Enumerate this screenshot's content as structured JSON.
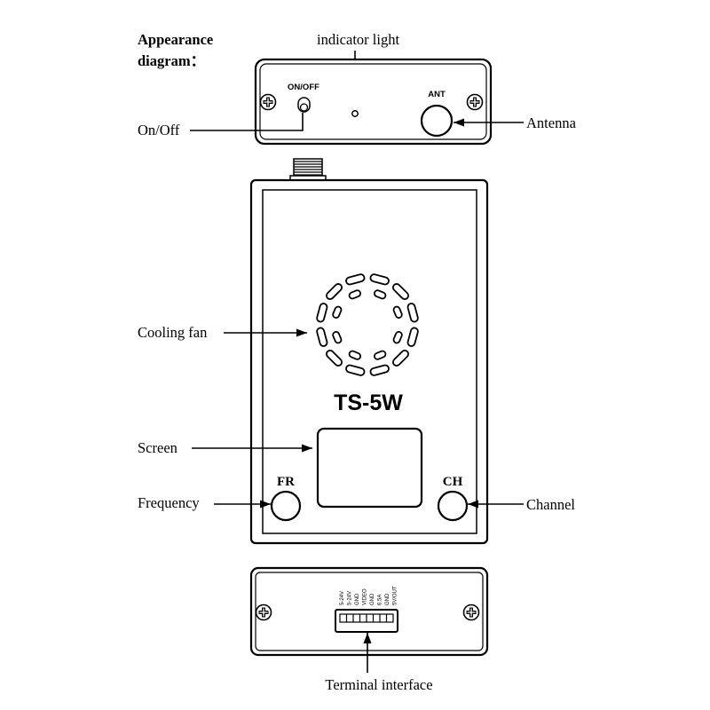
{
  "title": {
    "line1": "Appearance",
    "line2": "diagram："
  },
  "labels": {
    "indicator_light": "indicator light",
    "on_off": "On/Off",
    "antenna": "Antenna",
    "cooling_fan": "Cooling fan",
    "screen": "Screen",
    "frequency": "Frequency",
    "channel": "Channel",
    "terminal_interface": "Terminal interface"
  },
  "device": {
    "model": "TS-5W",
    "top_panel": {
      "switch_label": "ON/OFF",
      "antenna_label": "ANT"
    },
    "front_panel": {
      "fr_button_label": "FR",
      "ch_button_label": "CH"
    },
    "bottom_panel": {
      "terminal_pins": [
        "5-24V",
        "5-24V",
        "GND",
        "VIDEO",
        "GND",
        "6.5A",
        "GND",
        "5V/OUT"
      ]
    }
  },
  "icons": {
    "mounting_screw": "screw-icon",
    "pointer": "arrow-icon"
  },
  "colors": {
    "line": "#000000",
    "background": "#ffffff"
  }
}
